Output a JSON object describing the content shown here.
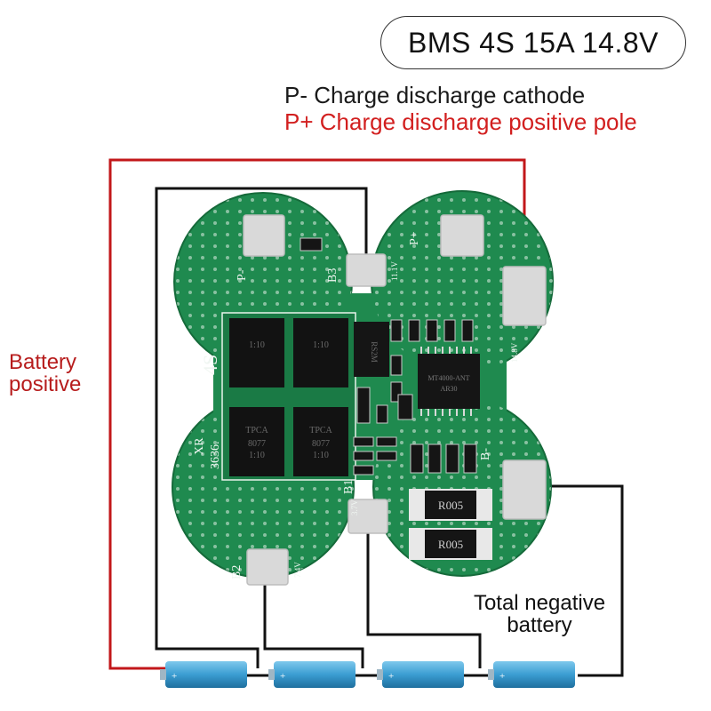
{
  "title": "BMS 4S 15A 14.8V",
  "legend": {
    "negative": "P- Charge discharge cathode",
    "positive": "P+ Charge discharge positive pole"
  },
  "labels": {
    "battery_positive_line1": "Battery",
    "battery_positive_line2": "positive",
    "total_negative_line1": "Total negative",
    "total_negative_line2": "battery"
  },
  "board": {
    "pad_p_minus": "P-",
    "pad_p_plus": "P+",
    "pad_b3": "B3",
    "pad_b3_voltage": "11.1V",
    "pad_b4_voltage": "14.8V",
    "pad_b_minus": "B-",
    "pad_b1": "B1",
    "pad_b1_voltage": "3.7V",
    "pad_b2": "B2",
    "pad_b2_voltage": "7.4V",
    "model": "4S",
    "maker_line1": "XR",
    "maker_line2": "3636.",
    "mosfet_labels": [
      "1:10",
      "TPCA",
      "8077"
    ],
    "resistor_code": "R005",
    "ic_label_line1": "MT4000-ANT",
    "ic_label_line2": "AR30",
    "inductor_label": "RS2M"
  },
  "batteries": [
    "+",
    "+",
    "+",
    "+"
  ],
  "colors": {
    "pcb": "#1f8a4f",
    "pcb_dark": "#156a3a",
    "wire_red": "#c2171a",
    "wire_black": "#111111",
    "battery": "#4aa6d6"
  }
}
